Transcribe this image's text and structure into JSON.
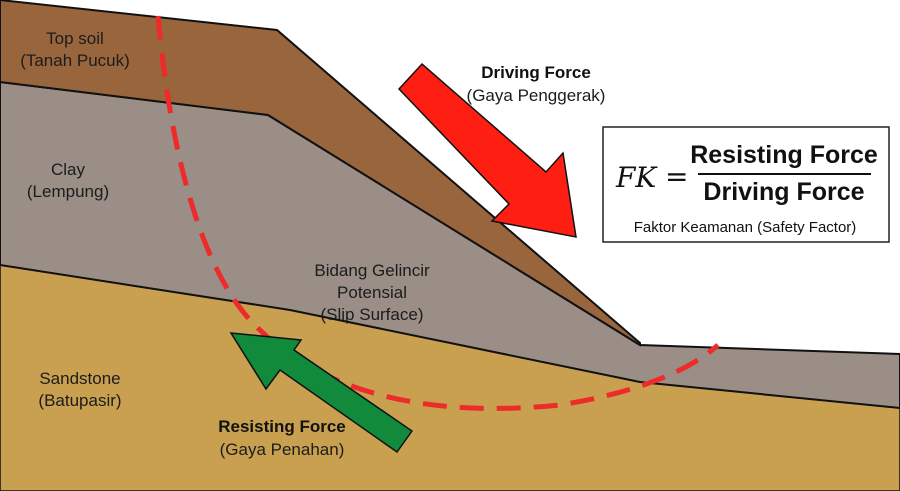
{
  "colors": {
    "background": "#ffffff",
    "topsoil": "#98653d",
    "clay": "#9a8e86",
    "sandstone": "#c8a050",
    "slip_surface": "#ee2b2b",
    "driving_arrow": "#ff1e12",
    "resisting_arrow": "#118a3c",
    "outline": "#111111"
  },
  "layers": {
    "topsoil": {
      "name": "Top soil",
      "local_name": "(Tanah Pucuk)"
    },
    "clay": {
      "name": "Clay",
      "local_name": "(Lempung)"
    },
    "sandstone": {
      "name": "Sandstone",
      "local_name": "(Batupasir)"
    }
  },
  "slip_surface": {
    "line_1": "Bidang Gelincir",
    "line_2": "Potensial",
    "line_3": "(Slip Surface)"
  },
  "forces": {
    "driving": {
      "title": "Driving Force",
      "subtitle": "(Gaya Penggerak)"
    },
    "resisting": {
      "title": "Resisting Force",
      "subtitle": "(Gaya Penahan)"
    }
  },
  "formula": {
    "lhs": "FK",
    "equals": "=",
    "numerator": "Resisting Force",
    "denominator": "Driving Force",
    "caption": "Faktor Keamanan (Safety Factor)"
  }
}
